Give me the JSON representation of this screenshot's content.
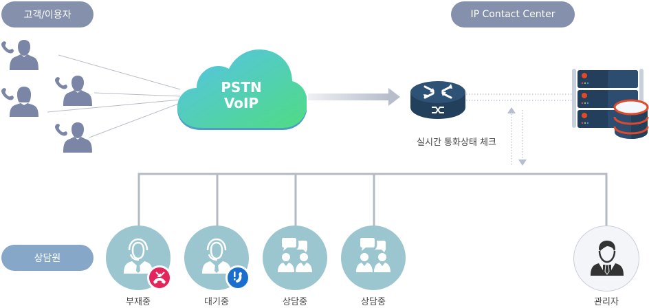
{
  "sections": {
    "customers_label": "고객/이용자",
    "contact_center_label": "IP Contact Center",
    "agents_label": "상담원"
  },
  "cloud": {
    "line1": "PSTN",
    "line2": "VoIP"
  },
  "router": {
    "caption": "실시간 통화상태 체크"
  },
  "customers": [
    {
      "icon": "male-caller"
    },
    {
      "icon": "male-caller"
    },
    {
      "icon": "female-caller"
    },
    {
      "icon": "male-caller"
    }
  ],
  "agents": [
    {
      "status": "부재중",
      "icon": "headset-agent",
      "badge": "missed-call"
    },
    {
      "status": "대기중",
      "icon": "headset-agent",
      "badge": "call-waiting"
    },
    {
      "status": "상담중",
      "icon": "consulting-pair",
      "badge": null
    },
    {
      "status": "상담중",
      "icon": "consulting-pair",
      "badge": null
    }
  ],
  "manager": {
    "label": "관리자"
  },
  "colors": {
    "pill_dark": "#8590ad",
    "pill_light": "#86a7c8",
    "person_icon": "#7b86a6",
    "cloud_start": "#56c1ea",
    "cloud_end": "#4fdc83",
    "router": "#2b4a6b",
    "agent_circle": "#9cc6cf",
    "missed_badge": "#e4245a",
    "waiting_badge": "#1a6fce",
    "db_accent": "#e04a2a",
    "connector": "#b3bac2"
  }
}
